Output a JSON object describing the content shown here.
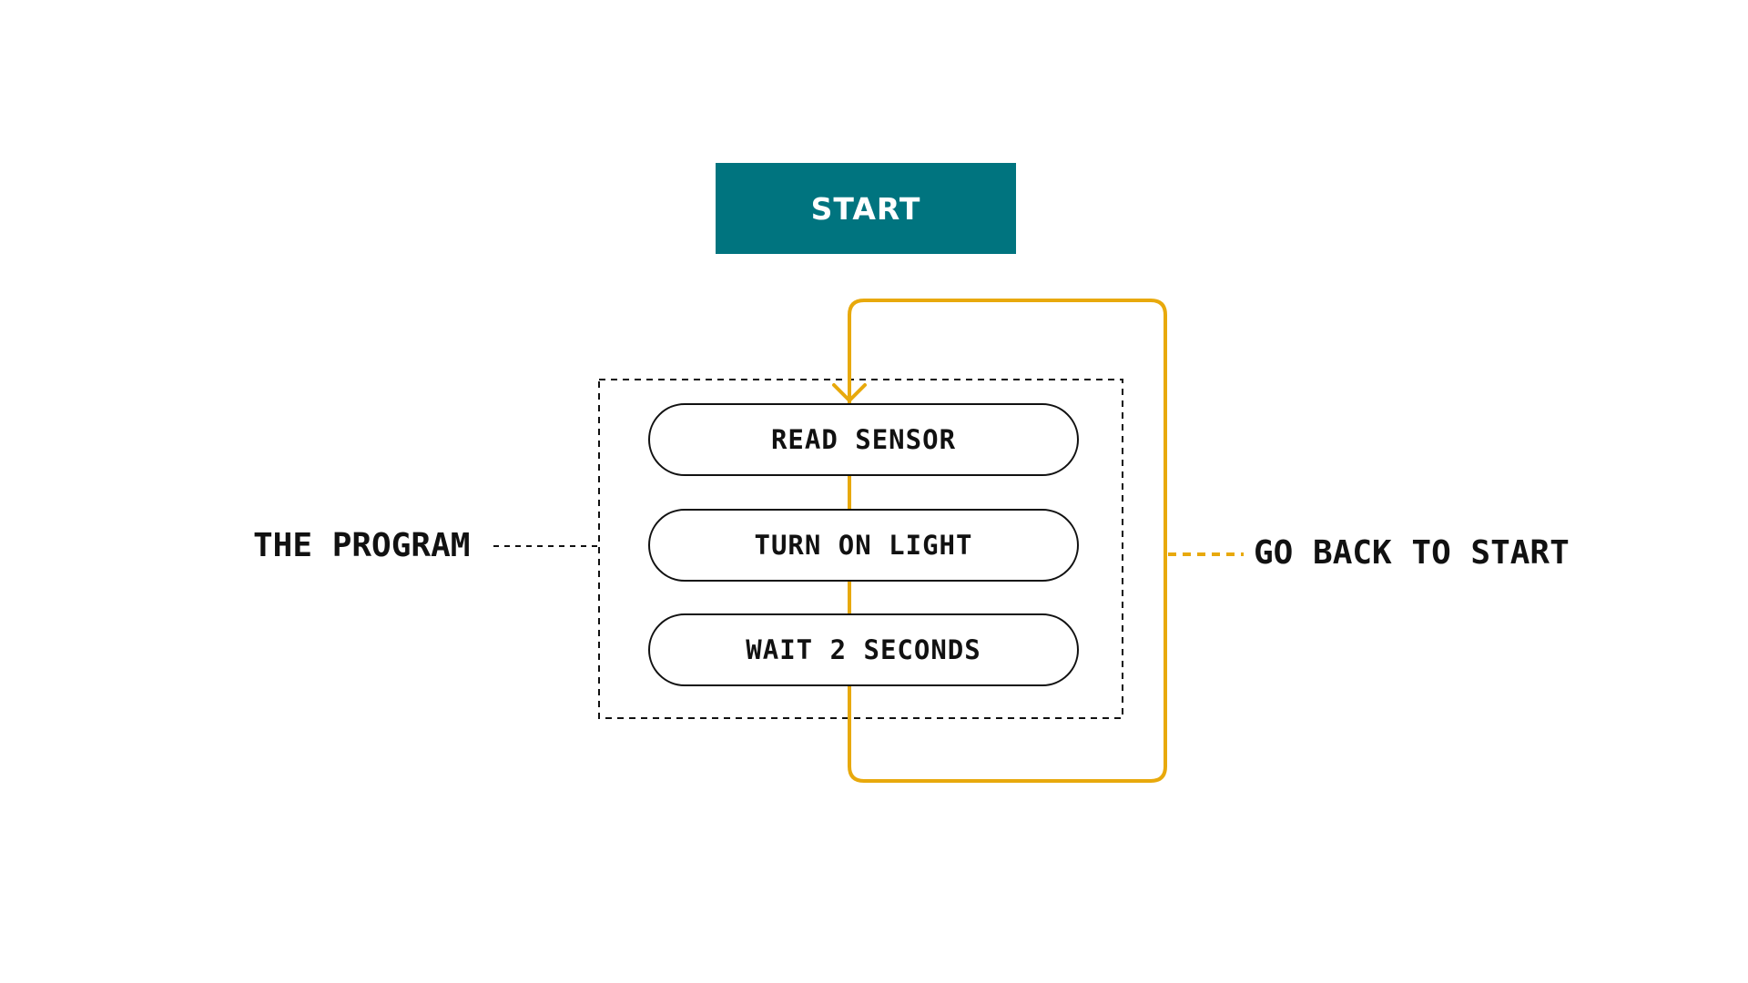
{
  "colors": {
    "start_fill": "#00747f",
    "loop_arrow": "#e8a90c",
    "outline": "#111111",
    "background": "#ffffff"
  },
  "start": {
    "label": "START"
  },
  "steps": [
    {
      "label": "READ SENSOR"
    },
    {
      "label": "TURN ON LIGHT"
    },
    {
      "label": "WAIT 2 SECONDS"
    }
  ],
  "labels": {
    "program": "THE PROGRAM",
    "loop": "GO BACK TO START"
  }
}
